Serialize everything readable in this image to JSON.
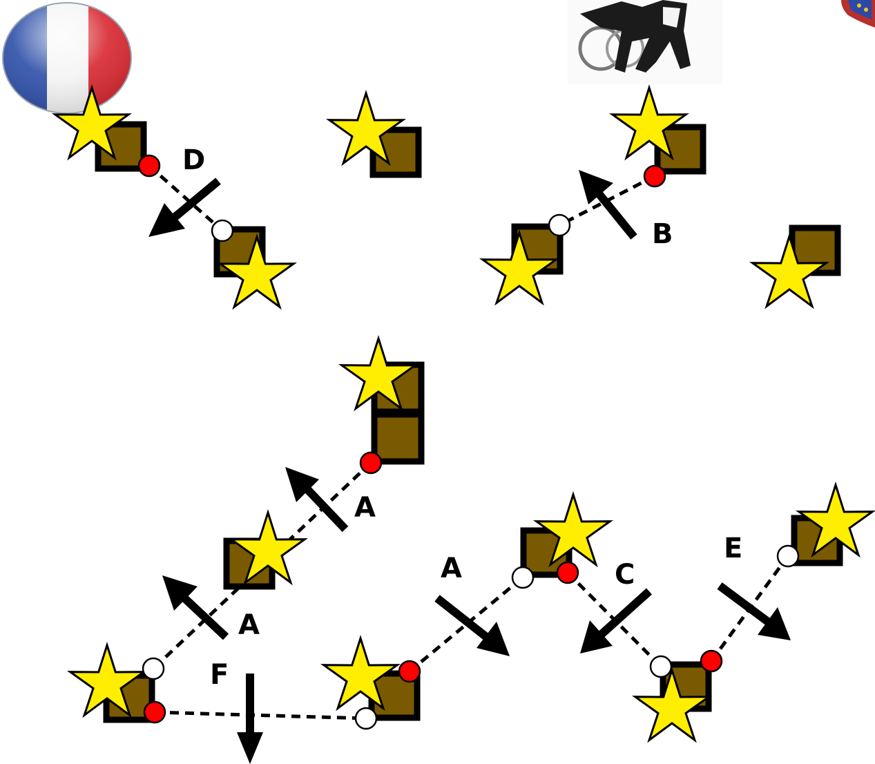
{
  "figure": {
    "background": "#ffffff",
    "colors": {
      "box_fill": "#7a5a00",
      "box_stroke": "#000000",
      "star_fill": "#ffee00",
      "star_stroke": "#000000",
      "entry_marker": "#ff0000",
      "exit_marker": "#ffffff",
      "arrow": "#000000"
    }
  },
  "decorations": {
    "flag_icon": "france-flag-icon",
    "logo_icon": "horse-carriage-logo",
    "crest_icon": "coat-of-arms-icon"
  },
  "gates": {
    "A1": "A",
    "A2": "A",
    "A3": "A",
    "B": "B",
    "C": "C",
    "D": "D",
    "E": "E",
    "F": "F"
  }
}
